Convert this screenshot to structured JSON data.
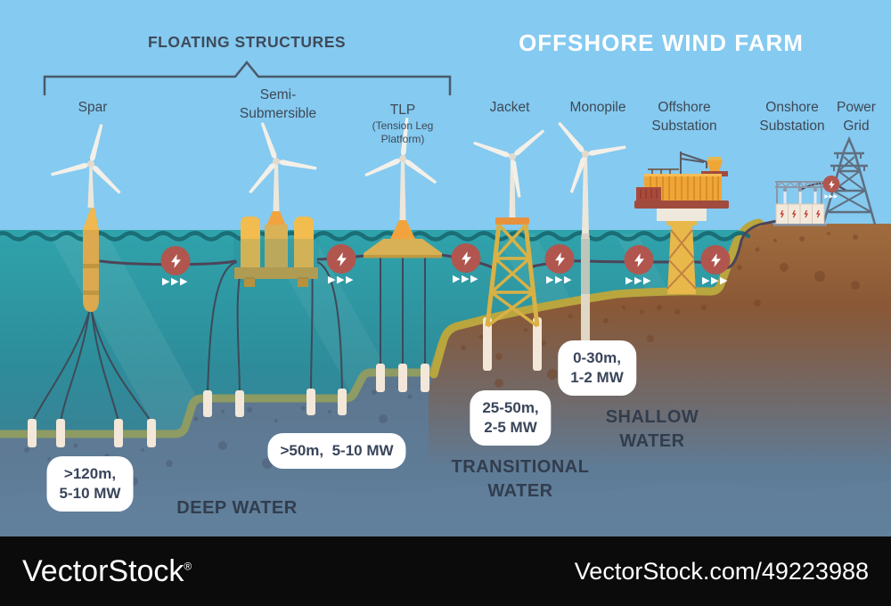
{
  "title": "OFFSHORE WIND FARM",
  "floating_group": {
    "label": "FLOATING STRUCTURES"
  },
  "structures": {
    "spar": {
      "label": "Spar"
    },
    "semi_submersible": {
      "label": "Semi-\nSubmersible"
    },
    "tlp": {
      "label": "TLP",
      "sublabel": "(Tension Leg\nPlatform)"
    },
    "jacket": {
      "label": "Jacket"
    },
    "monopile": {
      "label": "Monopile"
    },
    "offshore_substation": {
      "label": "Offshore\nSubstation"
    },
    "onshore_substation": {
      "label": "Onshore\nSubstation"
    },
    "power_grid": {
      "label": "Power\nGrid"
    }
  },
  "zones": {
    "deep": {
      "label": "DEEP WATER",
      "pill_spar": ">120m,\n5-10 MW",
      "pill_semi_tlp": ">50m,  5-10 MW"
    },
    "transitional": {
      "label": "TRANSITIONAL\nWATER",
      "pill": "25-50m,\n2-5 MW"
    },
    "shallow": {
      "label": "SHALLOW\nWATER",
      "pill": "0-30m,\n1-2 MW"
    }
  },
  "icons": {
    "energy_flow_badge": "lightning-bolt-in-circle",
    "flow_arrows": "▶▶▶"
  },
  "colors": {
    "sky": "#85CAF0",
    "water_top": "#2FA3AB",
    "water_deep": "#477690",
    "wave_line": "#1A6E76",
    "sand_deep": "#8E9B63",
    "sand_shallow": "#B9A63E",
    "seabed_rock": "#5A6C82",
    "land_brown": "#8A5836",
    "badge_red": "#B0564F",
    "cable": "#4E4458",
    "structure_yellow": "#F2BC4F",
    "structure_orange": "#F1A43E",
    "deck_maroon": "#A04B3E",
    "tower_cream": "#EDE7DB",
    "title_text": "#FFFFFF",
    "label_text": "#3D4856"
  },
  "watermark": {
    "brand": "VectorStock",
    "reg": "®",
    "url": "VectorStock.com/49223988"
  }
}
